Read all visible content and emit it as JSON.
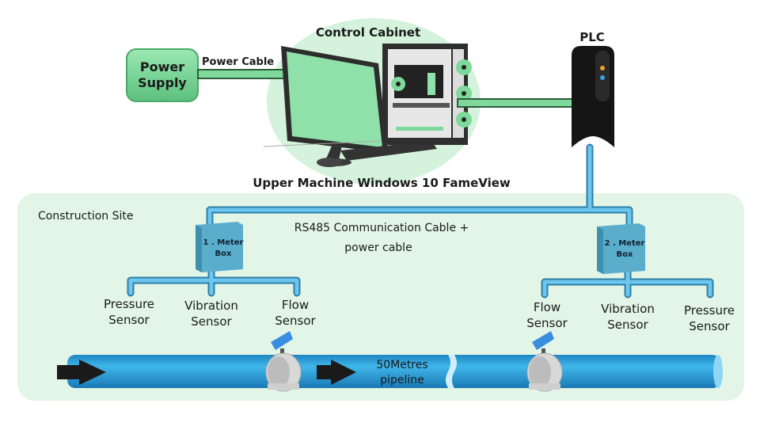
{
  "diagram": {
    "power_supply": {
      "line1": "Power",
      "line2": "Supply"
    },
    "power_cable": "Power Cable",
    "control_cabinet": "Control Cabinet",
    "upper_machine": "Upper Machine Windows 10 FameView",
    "plc": "PLC",
    "construction_site": "Construction Site",
    "rs485": {
      "line1": "RS485 Communication Cable  +",
      "line2": "power cable"
    },
    "meter_box_1": {
      "line1": "1 . Meter",
      "line2": "Box"
    },
    "meter_box_2": {
      "line1": "2 . Meter",
      "line2": "Box"
    },
    "sensors_1": [
      {
        "line1": "Pressure",
        "line2": "Sensor"
      },
      {
        "line1": "Vibration",
        "line2": "Sensor"
      },
      {
        "line1": "Flow",
        "line2": "Sensor"
      }
    ],
    "sensors_2": [
      {
        "line1": "Flow",
        "line2": "Sensor"
      },
      {
        "line1": "Vibration",
        "line2": "Sensor"
      },
      {
        "line1": "Pressure",
        "line2": "Sensor"
      }
    ],
    "pipeline": {
      "line1": "50Metres",
      "line2": "pipeline"
    },
    "colors": {
      "green": "#7fd99b",
      "blue_cable": "#5fb8e0",
      "pipe": "#2a9ed8",
      "site_bg": "#e2f5e7",
      "meter_box": "#5aaecb"
    }
  }
}
